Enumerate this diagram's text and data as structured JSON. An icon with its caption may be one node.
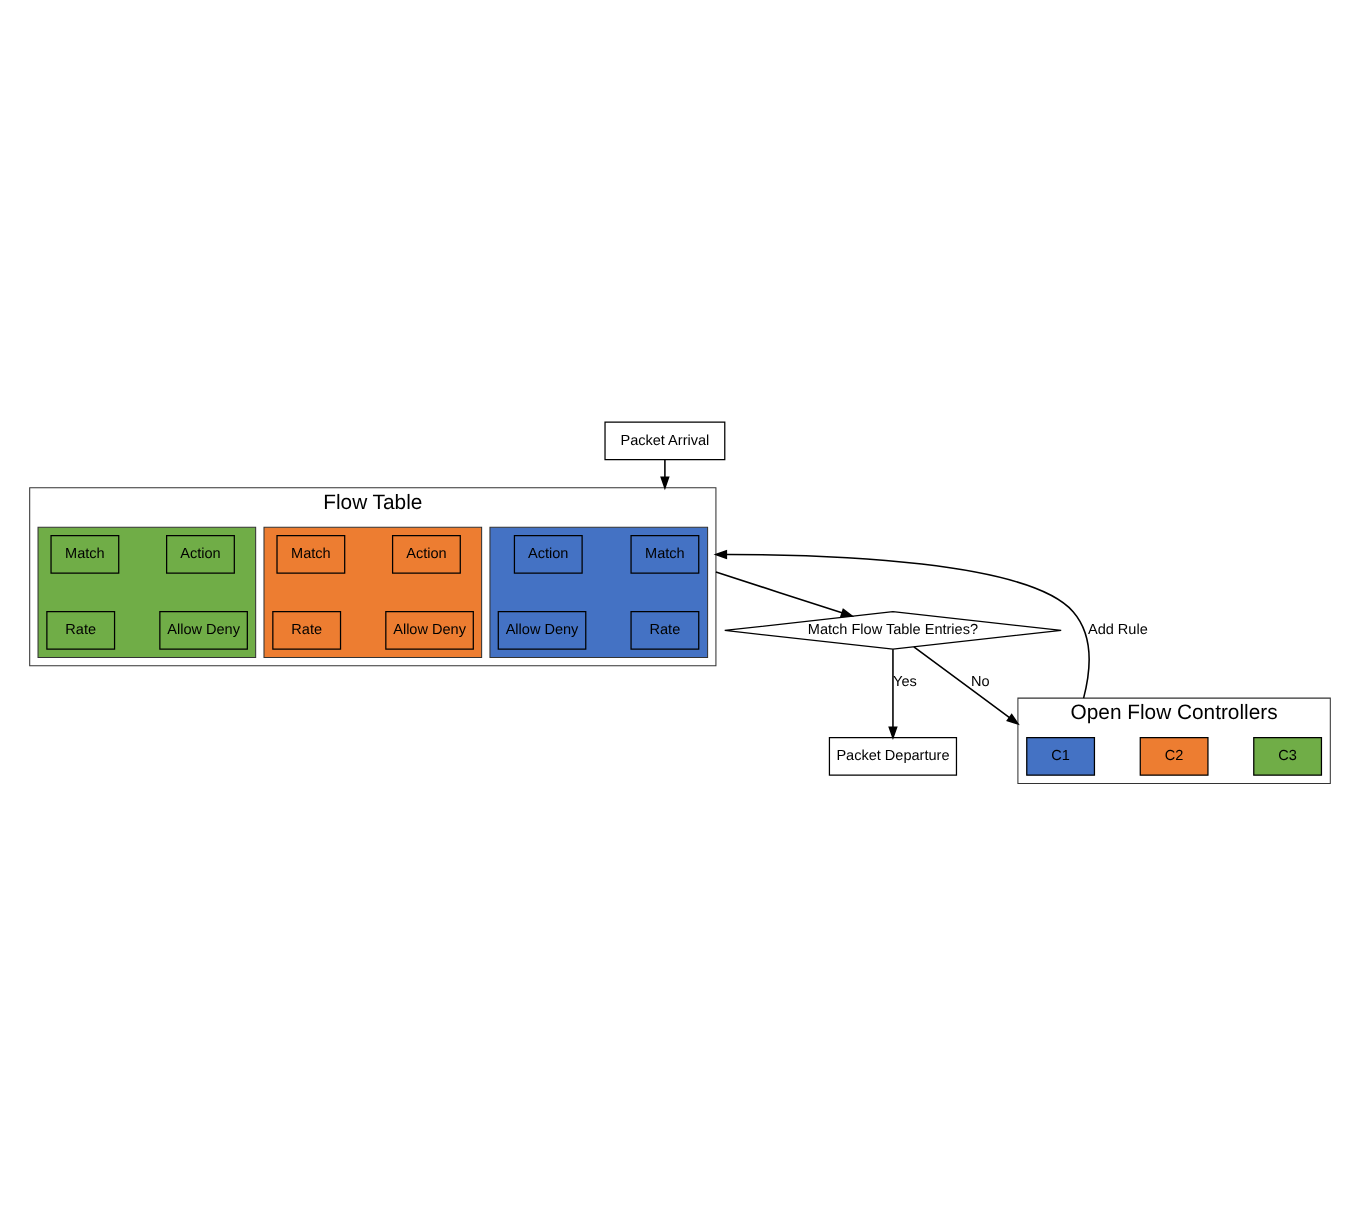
{
  "diagram": {
    "nodes": [
      {
        "text": [
          "Packet Arrival"
        ]
      },
      {
        "text": [
          "Flow Table"
        ]
      },
      {
        "text": [],
        "shape": "box",
        "in": 1
      },
      {
        "text": [
          "Match"
        ],
        "in": 2
      },
      {
        "text": [
          "Action"
        ],
        "in": 2
      },
      {
        "text": [
          "Rate"
        ],
        "in": 2
      },
      {
        "text": [
          "Allow Deny"
        ],
        "in": 2
      },
      {
        "text": [],
        "shape": "box",
        "in": 1
      },
      {
        "text": [
          "Match"
        ],
        "in": 7
      },
      {
        "text": [
          "Action"
        ],
        "in": 7
      },
      {
        "text": [
          "Rate"
        ],
        "in": 7
      },
      {
        "text": [
          "Allow Deny"
        ],
        "in": 7
      },
      {
        "text": [],
        "shape": "box",
        "in": 1
      },
      {
        "text": [
          "Match"
        ],
        "in": 12
      },
      {
        "text": [
          "Action"
        ],
        "in": 12
      },
      {
        "text": [
          "Rate"
        ],
        "in": 12
      },
      {
        "text": [
          "Allow Deny"
        ],
        "in": 12
      },
      {
        "text": [
          "Match Flow Table Entries?"
        ]
      },
      {
        "text": [
          "Open Flow Controllers"
        ]
      },
      {
        "text": [
          "C1"
        ],
        "in": 18
      },
      {
        "text": [
          "C2"
        ],
        "in": 18
      },
      {
        "text": [
          "C3"
        ],
        "in": 18
      },
      {
        "text": [
          "Packet Departure"
        ]
      }
    ],
    "edges": [
      {
        "from": 0,
        "to": 1,
        "arrow": "to"
      },
      {
        "from": 1,
        "to": 17,
        "arrow": "to"
      },
      {
        "from": 17,
        "to": 18,
        "arrow": "to",
        "label": "No"
      },
      {
        "from": 17,
        "to": 22,
        "arrow": "to",
        "label": "Yes"
      },
      {
        "from": 18,
        "to": 1,
        "arrow": "to",
        "label": "Add Rule"
      }
    ]
  }
}
